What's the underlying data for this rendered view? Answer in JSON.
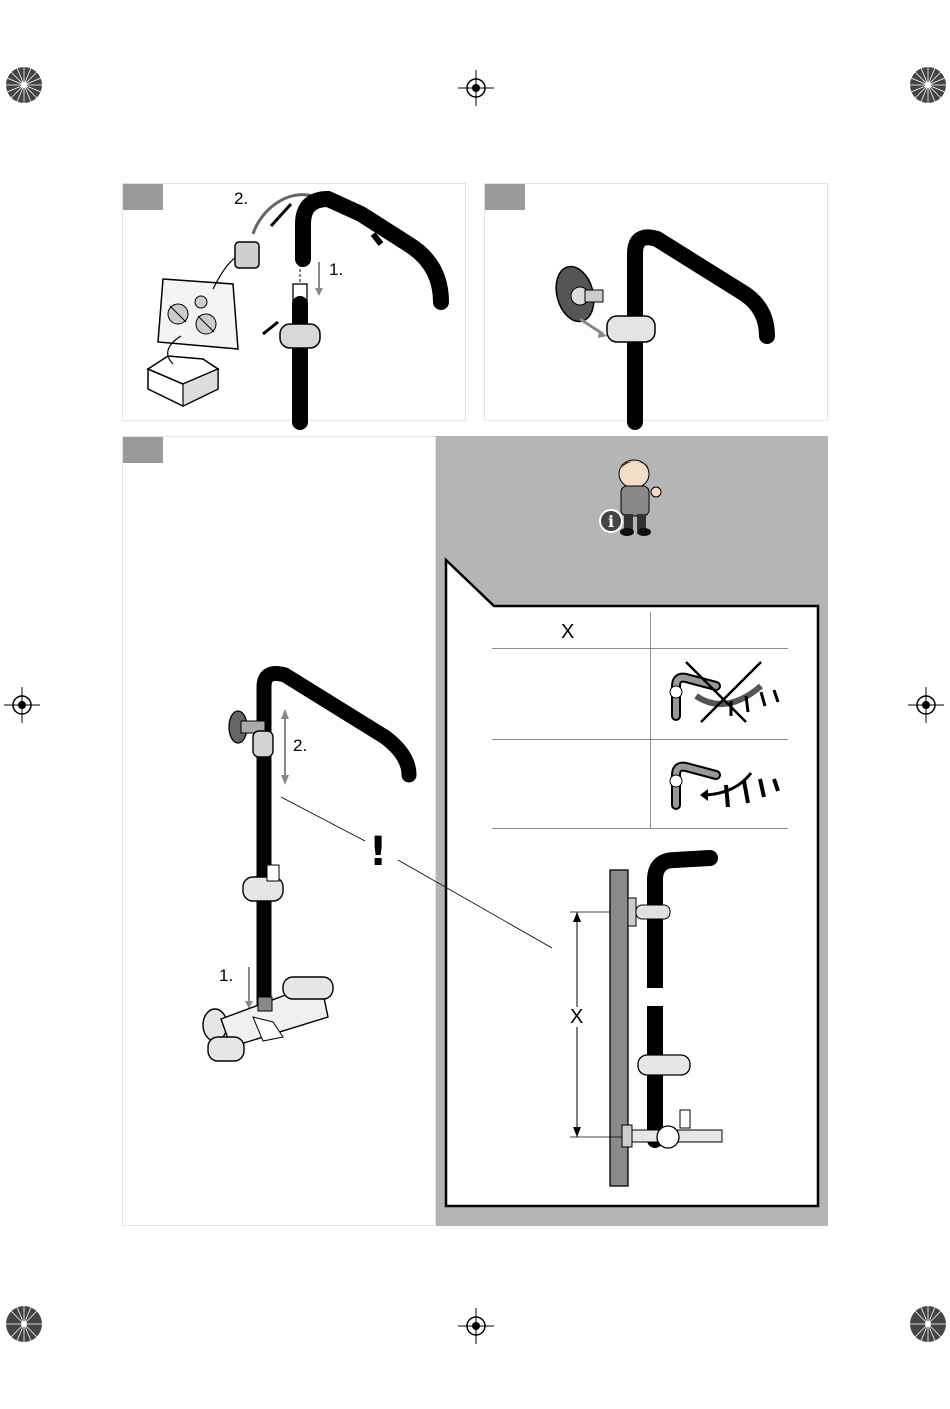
{
  "steps": {
    "step1": {
      "label_1": "1.",
      "label_2": "2."
    },
    "step3": {
      "label_1": "1.",
      "label_2": "2."
    }
  },
  "note": {
    "table_header": "X",
    "warning_symbol": "!",
    "dimension_label": "X",
    "wrong_icon": "crossed-out-lever-icon",
    "right_icon": "correct-lever-icon",
    "mascot_icon": "info-mascot-icon"
  },
  "colors": {
    "step_tab": "#9a9a9a",
    "note_background": "#b5b5b5",
    "wall": "#8a8a8a"
  }
}
